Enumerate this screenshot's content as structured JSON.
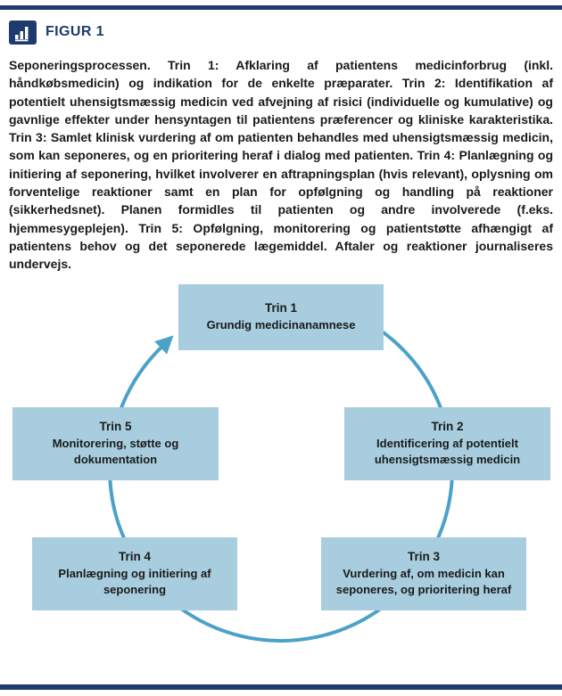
{
  "header": {
    "figure_label": "FIGUR 1",
    "icon": "bar-chart-icon"
  },
  "description": "Seponeringsprocessen. Trin 1: Afklaring af patientens medicinforbrug (inkl. håndkøbsmedicin) og indikation for de enkelte præparater. Trin 2: Identifikation af potentielt uhensigtsmæssig medicin ved afvejning af risici (individuelle og kumulative) og gavnlige effekter under hensyntagen til patientens præferencer og kliniske karakteristika. Trin 3: Samlet klinisk vurdering af om patienten behandles med uhensigtsmæssig medicin, som kan seponeres, og en prioritering heraf i dialog med patienten. Trin 4: Planlægning og initiering af seponering, hvilket involverer en aftrapningsplan (hvis relevant), oplysning om forventelige reaktioner samt en plan for opfølgning og handling på reaktioner (sikkerhedsnet). Planen formidles til patienten og andre involverede (f.eks. hjemmesygeplejen). Trin 5: Opfølgning, monitorering og patientstøtte afhængigt af patientens behov og det seponerede lægemiddel. Aftaler og reaktioner journaliseres undervejs.",
  "diagram": {
    "type": "cycle",
    "direction": "clockwise",
    "steps": [
      {
        "title": "Trin 1",
        "text": "Grundig medicinanamnese"
      },
      {
        "title": "Trin 2",
        "text": "Identificering af potentielt uhensigtsmæssig medicin"
      },
      {
        "title": "Trin 3",
        "text": "Vurdering af, om medicin kan seponeres, og prioritering heraf"
      },
      {
        "title": "Trin 4",
        "text": "Planlægning og initiering af seponering"
      },
      {
        "title": "Trin 5",
        "text": "Monitorering, støtte og dokumentation"
      }
    ]
  },
  "colors": {
    "navy": "#1e3a6e",
    "box": "#a7cdde",
    "arrow": "#4ba2c8",
    "ink": "#1a1a1a"
  }
}
